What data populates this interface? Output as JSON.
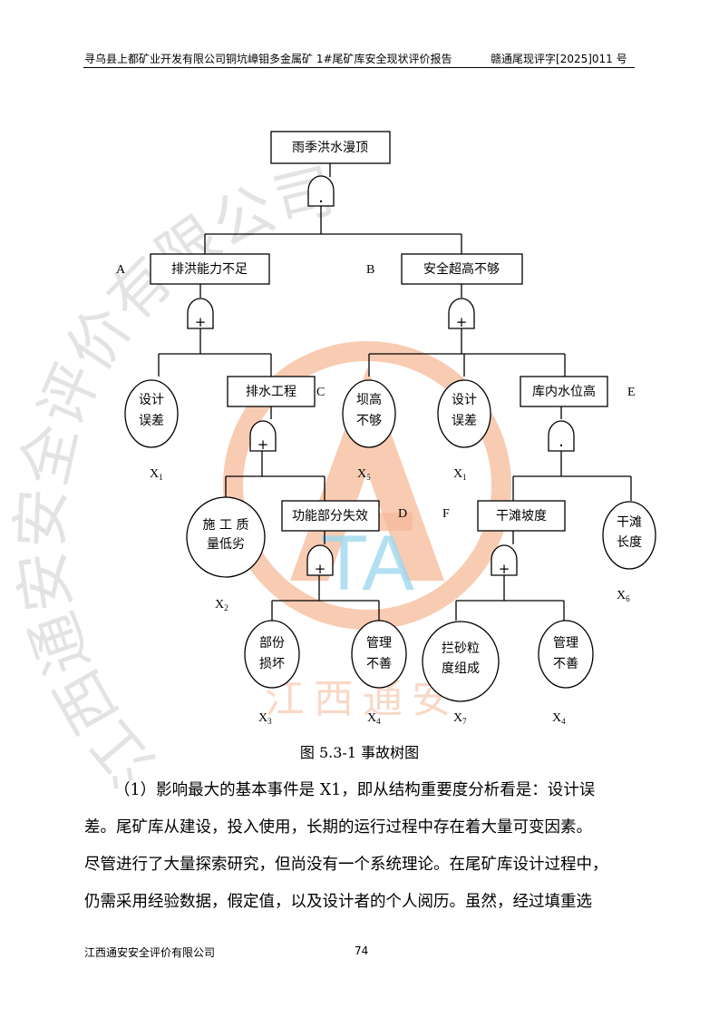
{
  "header": {
    "left": "寻乌县上都矿业开发有限公司铜坑嶂钼多金属矿 1#尾矿库安全现状评价报告",
    "right": "赣通尾现评字[2025]011 号"
  },
  "footer": {
    "company": "江西通安安全评价有限公司",
    "page": "74"
  },
  "watermark": {
    "arc_text": "江西通安安全评价有限公司",
    "logo_letters": "TA",
    "logo_small": "江西通安",
    "color_logo": "#f5b99a",
    "color_text": "#c8c8c8",
    "color_letters": "#9fd8ef"
  },
  "fault_tree": {
    "top": "雨季洪水漫顶",
    "A": {
      "tag": "A",
      "label": "排洪能力不足"
    },
    "B": {
      "tag": "B",
      "label": "安全超高不够"
    },
    "C": {
      "tag": "C",
      "label": "排水工程"
    },
    "D": {
      "tag": "D",
      "label": "功能部分失效"
    },
    "E": {
      "tag": "E",
      "label": "库内水位高"
    },
    "F": {
      "tag": "F",
      "label": "干滩坡度"
    },
    "gates": {
      "and": ".",
      "or": "+"
    },
    "basic_events": [
      {
        "id": "a-x1",
        "lines": [
          "设计",
          "误差"
        ],
        "symbol": "X",
        "sub": "1"
      },
      {
        "id": "b-x5",
        "lines": [
          "坝高",
          "不够"
        ],
        "symbol": "X",
        "sub": "5"
      },
      {
        "id": "b-x1",
        "lines": [
          "设计",
          "误差"
        ],
        "symbol": "X",
        "sub": "1"
      },
      {
        "id": "c-x2",
        "lines": [
          "施 工 质",
          "量低劣"
        ],
        "symbol": "X",
        "sub": "2"
      },
      {
        "id": "d-x3",
        "lines": [
          "部份",
          "损坏"
        ],
        "symbol": "X",
        "sub": "3"
      },
      {
        "id": "d-x4",
        "lines": [
          "管理",
          "不善"
        ],
        "symbol": "X",
        "sub": "4"
      },
      {
        "id": "f-x7",
        "lines": [
          "拦砂粒",
          "度组成"
        ],
        "symbol": "X",
        "sub": "7"
      },
      {
        "id": "f-x4",
        "lines": [
          "管理",
          "不善"
        ],
        "symbol": "X",
        "sub": "4"
      },
      {
        "id": "e-x6",
        "lines": [
          "干滩",
          "长度"
        ],
        "symbol": "X",
        "sub": "6"
      }
    ]
  },
  "caption": "图 5.3-1 事故树图",
  "paragraph": [
    "（1）影响最大的基本事件是 X1，即从结构重要度分析看是：设计误",
    "差。尾矿库从建设，投入使用，长期的运行过程中存在着大量可变因素。",
    "尽管进行了大量探索研究，但尚没有一个系统理论。在尾矿库设计过程中，",
    "仍需采用经验数据，假定值，以及设计者的个人阅历。虽然，经过填重选"
  ]
}
